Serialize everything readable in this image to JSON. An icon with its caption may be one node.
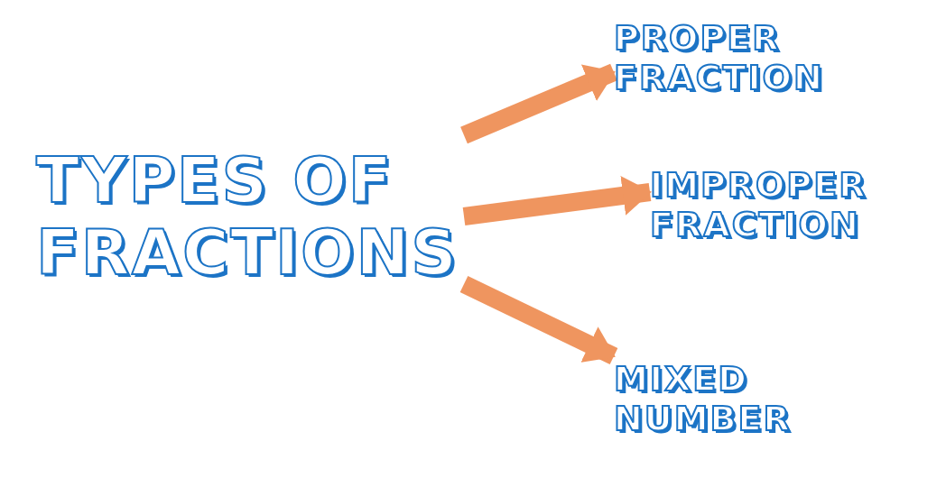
{
  "diagram": {
    "nodes": [
      {
        "text": [
          "TYPES OF FRACTIONS"
        ]
      },
      {
        "text": [
          "PROPER FRACTION"
        ]
      },
      {
        "text": [
          "IMPROPER FRACTION"
        ]
      },
      {
        "text": [
          "MIXED NUMBER"
        ]
      }
    ],
    "edges": [
      {
        "from": 0,
        "to": 1,
        "arrow": "to"
      },
      {
        "from": 0,
        "to": 2,
        "arrow": "to"
      },
      {
        "from": 0,
        "to": 3,
        "arrow": "to"
      }
    ]
  }
}
